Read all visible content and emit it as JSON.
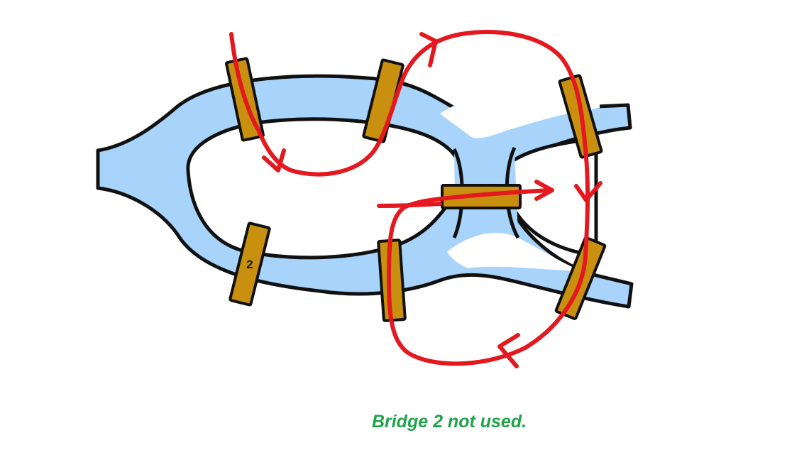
{
  "caption": "Bridge 2 not used.",
  "bridges": [
    {
      "id": "bridge-1",
      "label": ""
    },
    {
      "id": "bridge-2",
      "label": "2"
    },
    {
      "id": "bridge-3",
      "label": ""
    },
    {
      "id": "bridge-4",
      "label": ""
    },
    {
      "id": "bridge-5",
      "label": ""
    },
    {
      "id": "bridge-6",
      "label": ""
    },
    {
      "id": "bridge-7",
      "label": ""
    }
  ],
  "colors": {
    "river": "#a8d4fb",
    "outline": "#111111",
    "bridge": "#c8900e",
    "path": "#e4181f",
    "caption": "#1ea34a"
  }
}
